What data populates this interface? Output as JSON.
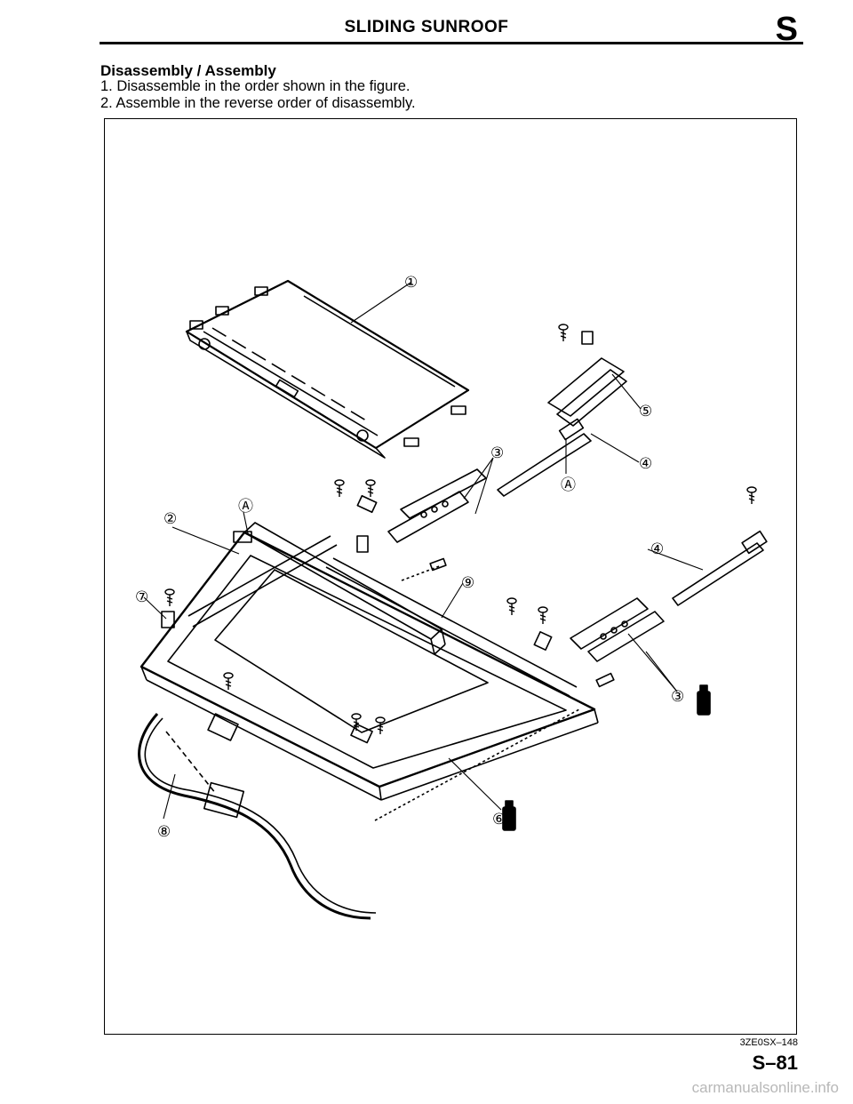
{
  "header": {
    "title": "SLIDING SUNROOF",
    "section_letter": "S"
  },
  "body": {
    "subheading": "Disassembly / Assembly",
    "steps": [
      "1. Disassemble in the order shown in the figure.",
      "2. Assemble in the reverse order of disassembly."
    ]
  },
  "figure": {
    "callouts": [
      "①",
      "②",
      "③",
      "③",
      "④",
      "④",
      "⑤",
      "⑥",
      "⑦",
      "⑧",
      "⑨"
    ],
    "detail_marks": [
      "Ⓐ",
      "Ⓐ"
    ],
    "code": "3ZE0SX–148"
  },
  "footer": {
    "page_number": "S–81",
    "watermark": "carmanualsonline.info"
  }
}
